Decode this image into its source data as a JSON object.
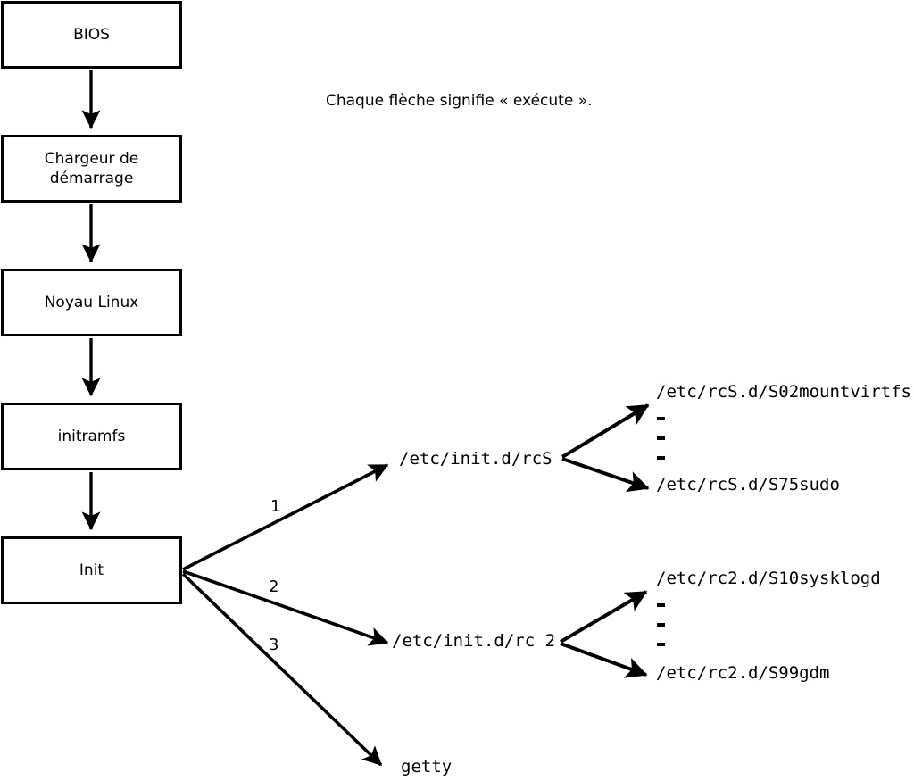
{
  "diagram": {
    "note": "Chaque flèche signifie « exécute ».",
    "boot_chain": [
      {
        "id": "bios",
        "label": "BIOS"
      },
      {
        "id": "bootloader",
        "label": "Chargeur de\ndémarrage"
      },
      {
        "id": "kernel",
        "label": "Noyau Linux"
      },
      {
        "id": "initramfs",
        "label": "initramfs"
      },
      {
        "id": "init",
        "label": "Init"
      }
    ],
    "init_branches": [
      {
        "number": "1",
        "label": "/etc/init.d/rcS"
      },
      {
        "number": "2",
        "label": "/etc/init.d/rc 2"
      },
      {
        "number": "3",
        "label": "getty"
      }
    ],
    "rcs_scripts": {
      "first": "/etc/rcS.d/S02mountvirtfs",
      "ellipsis": "···",
      "last": "/etc/rcS.d/S75sudo"
    },
    "rc2_scripts": {
      "first": "/etc/rc2.d/S10sysklogd",
      "ellipsis": "···",
      "last": "/etc/rc2.d/S99gdm"
    },
    "colors": {
      "stroke": "#000000",
      "fill": "#ffffff",
      "text": "#000000"
    }
  }
}
